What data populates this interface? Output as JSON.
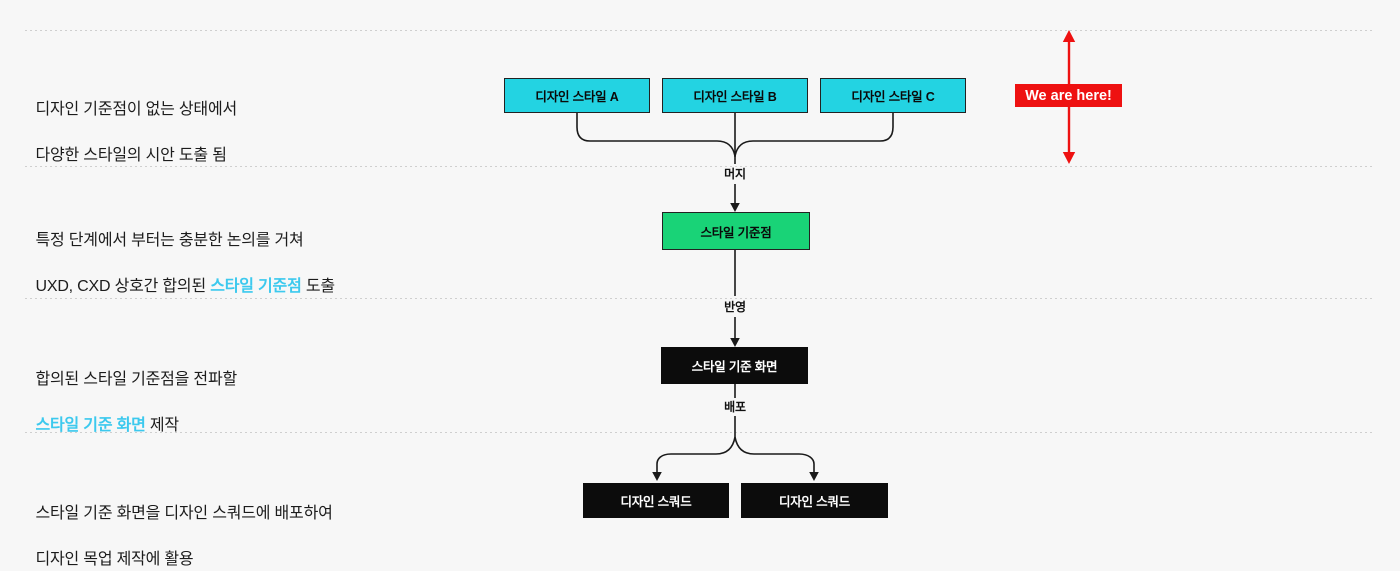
{
  "colors": {
    "background": "#f7f7f7",
    "cyan_box": "#23d3e2",
    "green_box": "#19d377",
    "black_box": "#0c0c0c",
    "red": "#ee1111",
    "accent_text": "#3cc9ee",
    "line": "#1a1a1a",
    "divider": "#cfcfcf"
  },
  "annotations": {
    "row1_line1": "디자인 기준점이 없는 상태에서",
    "row1_line2": "다양한 스타일의 시안 도출 됨",
    "row2_line1": "특정 단계에서 부터는 충분한 논의를 거쳐",
    "row2_line2_pre": "UXD, CXD 상호간 합의된 ",
    "row2_line2_accent": "스타일 기준점",
    "row2_line2_post": " 도출",
    "row3_line1": "합의된 스타일 기준점을 전파할",
    "row3_line2_accent": "스타일 기준 화면",
    "row3_line2_post": " 제작",
    "row4_line1": "스타일 기준 화면을 디자인 스쿼드에 배포하여",
    "row4_line2": "디자인 목업 제작에 활용"
  },
  "nodes": {
    "style_a": "디자인 스타일 A",
    "style_b": "디자인 스타일 B",
    "style_c": "디자인 스타일 C",
    "baseline": "스타일 기준점",
    "screen": "스타일 기준 화면",
    "squad_left": "디자인 스쿼드",
    "squad_right": "디자인 스쿼드"
  },
  "connectors": {
    "merge": "머지",
    "reflect": "반영",
    "deploy": "배포"
  },
  "badge": {
    "label": "We are here!"
  }
}
